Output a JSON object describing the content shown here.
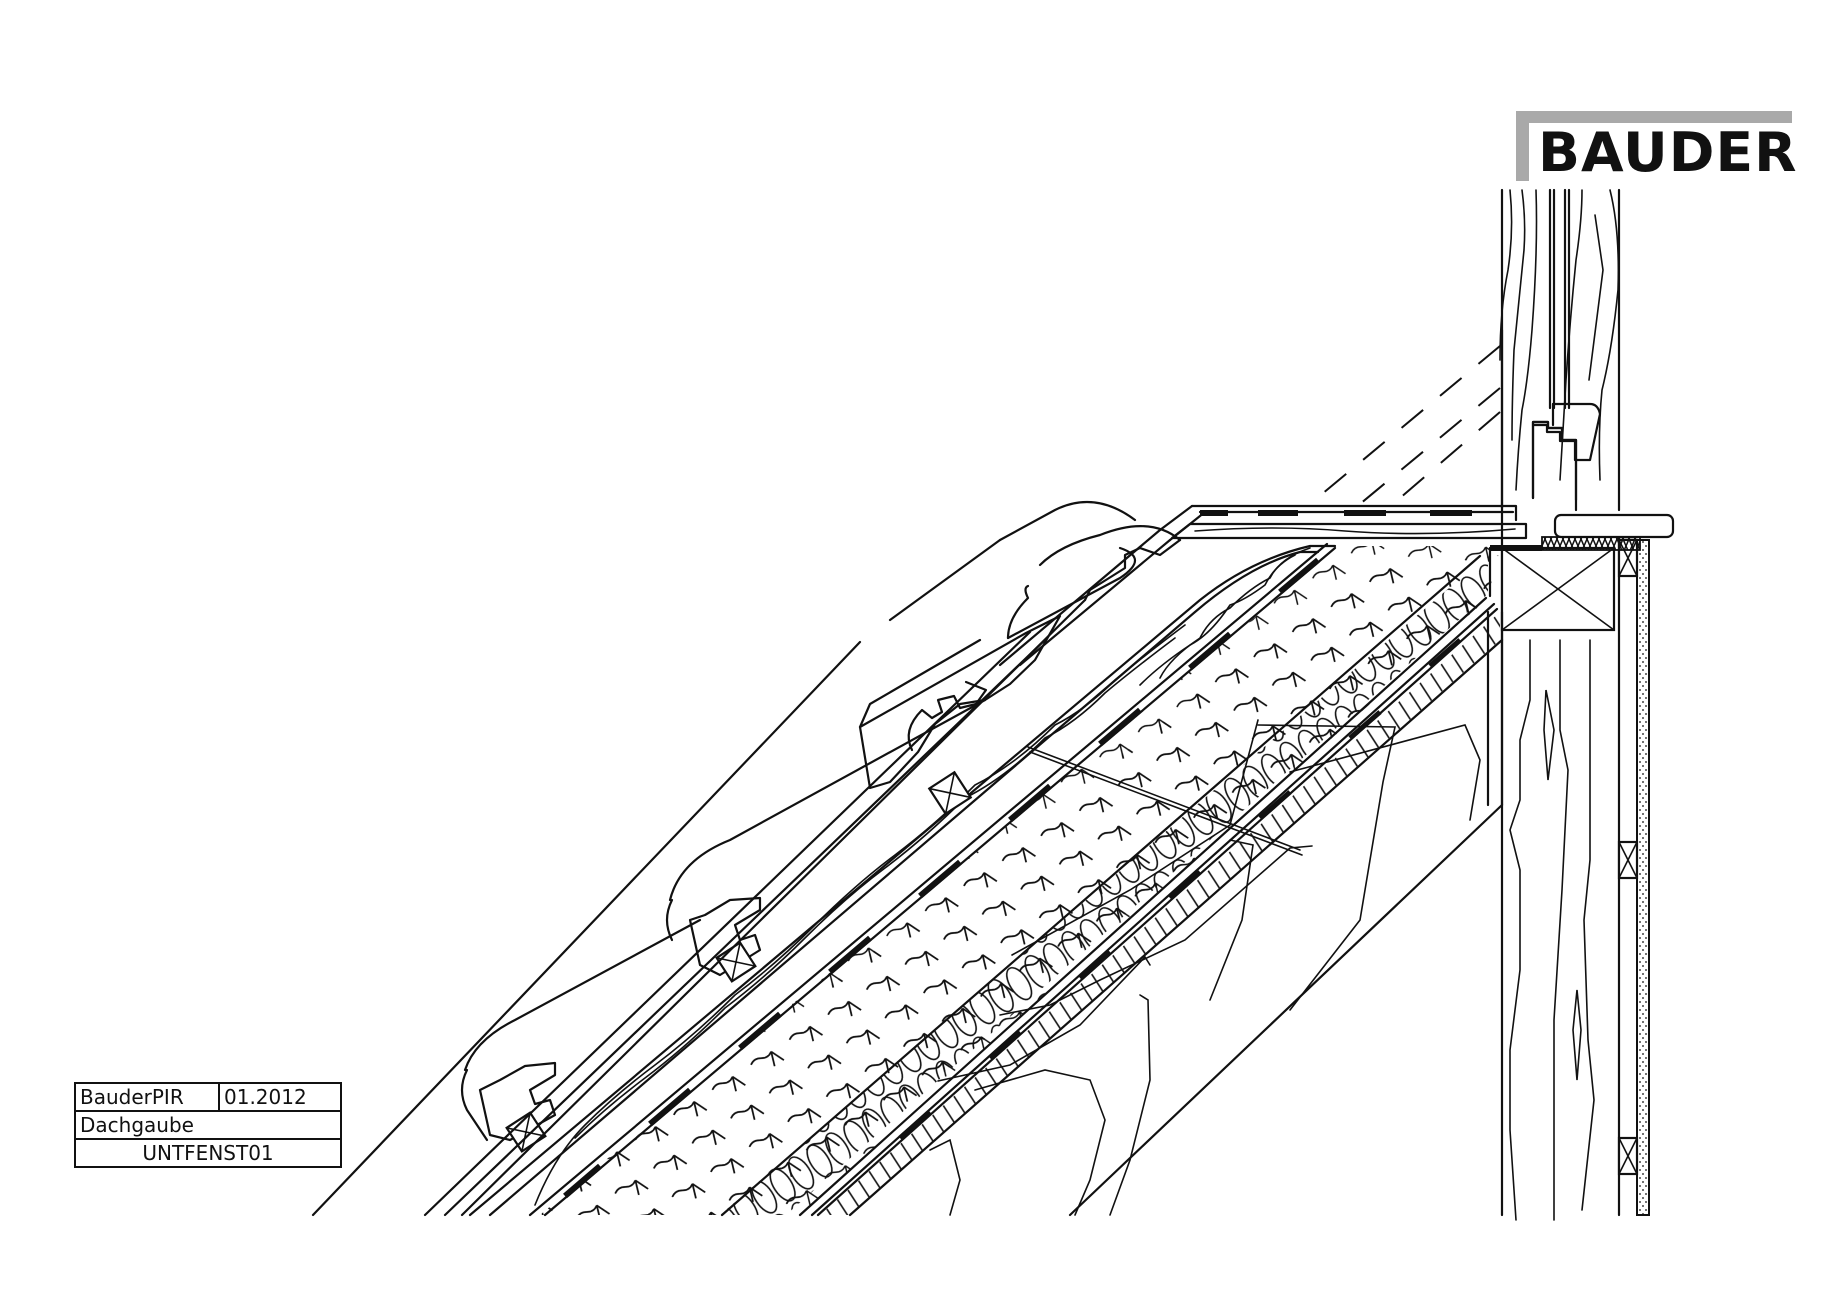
{
  "logo": {
    "text": "BAUDER",
    "accent_color": "#a9a9a9",
    "text_color": "#111111"
  },
  "title_block": {
    "product": "BauderPIR",
    "date": "01.2012",
    "subject": "Dachgaube",
    "drawing_code": "UNTFENST01"
  },
  "drawing": {
    "type": "roof section detail",
    "elements": [
      "roof-tiles",
      "tile-battens",
      "counter-battens",
      "underlay-membrane",
      "pir-insulation",
      "mineral-wool-insulation",
      "vapour-barrier",
      "rafter",
      "dormer-window-frame",
      "window-sill-flashing",
      "timber-post",
      "interior-cladding",
      "glazing"
    ],
    "line_color": "#111111",
    "background": "#ffffff"
  }
}
